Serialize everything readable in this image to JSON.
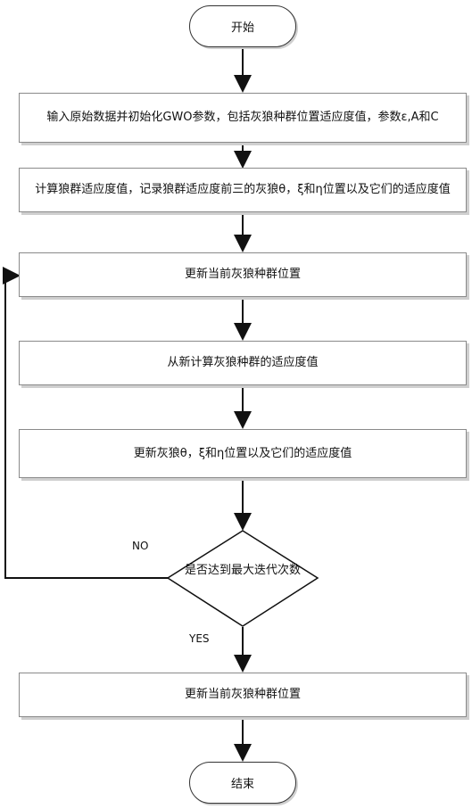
{
  "start": "开始",
  "end": "结束",
  "steps": [
    "输入原始数据并初始化GWO参数，包括灰狼种群位置适应度值，参数ε,A和C",
    "计算狼群适应度值，记录狼群适应度前三的灰狼θ，ξ和η位置以及它们的适应度值",
    "更新当前灰狼种群位置",
    "从新计算灰狼种群的适应度值",
    "更新灰狼θ，ξ和η位置以及它们的适应度值"
  ],
  "decision": "是否达到最大迭代次数",
  "final_step": "更新当前灰狼种群位置",
  "no_label": "NO",
  "yes_label": "YES"
}
